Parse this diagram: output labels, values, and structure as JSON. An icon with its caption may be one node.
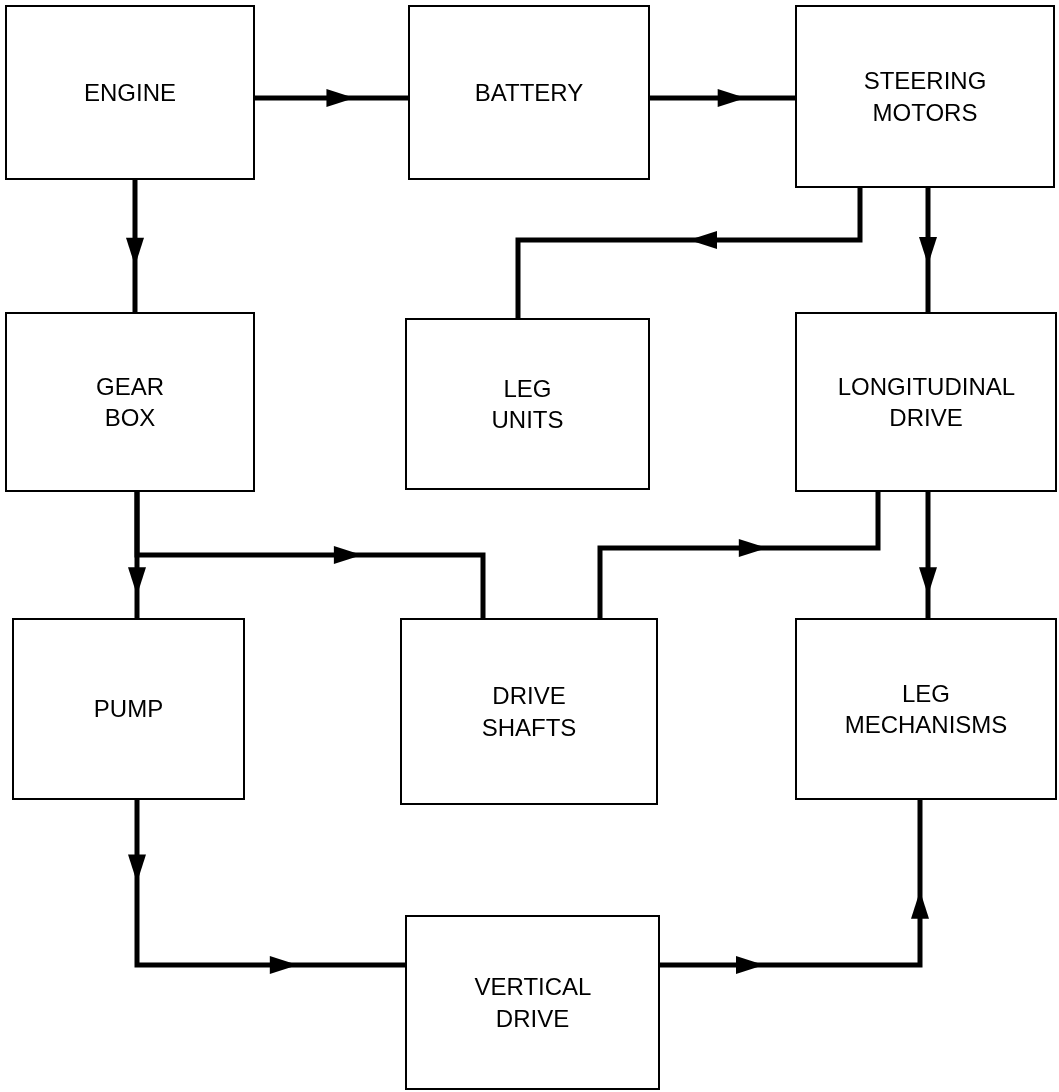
{
  "diagram": {
    "nodes": [
      {
        "text": [
          "ENGINE"
        ]
      },
      {
        "text": [
          "BATTERY"
        ]
      },
      {
        "text": [
          "STEERING MOTORS"
        ]
      },
      {
        "text": [
          "GEAR BOX"
        ]
      },
      {
        "text": [
          "LEG UNITS"
        ]
      },
      {
        "text": [
          "LONGITUDINAL DRIVE"
        ]
      },
      {
        "text": [
          "PUMP"
        ]
      },
      {
        "text": [
          "DRIVE SHAFTS"
        ]
      },
      {
        "text": [
          "LEG MECHANISMS"
        ]
      },
      {
        "text": [
          "VERTICAL DRIVE"
        ]
      }
    ],
    "edges": [
      {
        "from": 0,
        "to": 1,
        "arrow": "to"
      },
      {
        "from": 1,
        "to": 2,
        "arrow": "to"
      },
      {
        "from": 0,
        "to": 3,
        "arrow": "to"
      },
      {
        "from": 2,
        "to": 4,
        "arrow": "to"
      },
      {
        "from": 2,
        "to": 5,
        "arrow": "to"
      },
      {
        "from": 3,
        "to": 6,
        "arrow": "to"
      },
      {
        "from": 3,
        "to": 7,
        "arrow": "to"
      },
      {
        "from": 7,
        "to": 5,
        "arrow": "to"
      },
      {
        "from": 5,
        "to": 8,
        "arrow": "to"
      },
      {
        "from": 6,
        "to": 9,
        "arrow": "to"
      },
      {
        "from": 9,
        "to": 8,
        "arrow": "to"
      }
    ]
  }
}
